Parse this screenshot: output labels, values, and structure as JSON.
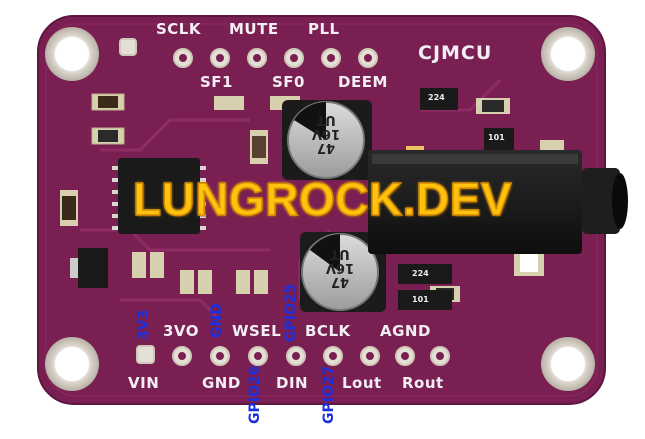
{
  "colors": {
    "board": "#7a1f52",
    "board_dark": "#5e1540",
    "pad_gold": "#e5e0d5",
    "annotation_blue": "#1a2fe0",
    "watermark_yellow": "#ffc20e"
  },
  "board": {
    "brand": "CJMCU",
    "top_row_labels": [
      "SCLK",
      "MUTE",
      "PLL"
    ],
    "second_row_labels": [
      "SF1",
      "SF0",
      "DEEM"
    ],
    "bottom_upper_labels": [
      "3VO",
      "WSEL",
      "BCLK",
      "AGND"
    ],
    "bottom_lower_labels": [
      "VIN",
      "GND",
      "DIN",
      "Lout",
      "Rout"
    ],
    "cap_top": [
      "47",
      "16V",
      "UT"
    ],
    "cap_bottom": [
      "47",
      "16V",
      "UT"
    ],
    "resistor_codes": [
      "224",
      "101",
      "224",
      "101"
    ]
  },
  "annotations": {
    "upper": [
      "3V3",
      "GND",
      "GPIO25"
    ],
    "lower": [
      "GPIO26",
      "GPIO27"
    ]
  },
  "watermark": "LUNGROCK.DEV"
}
